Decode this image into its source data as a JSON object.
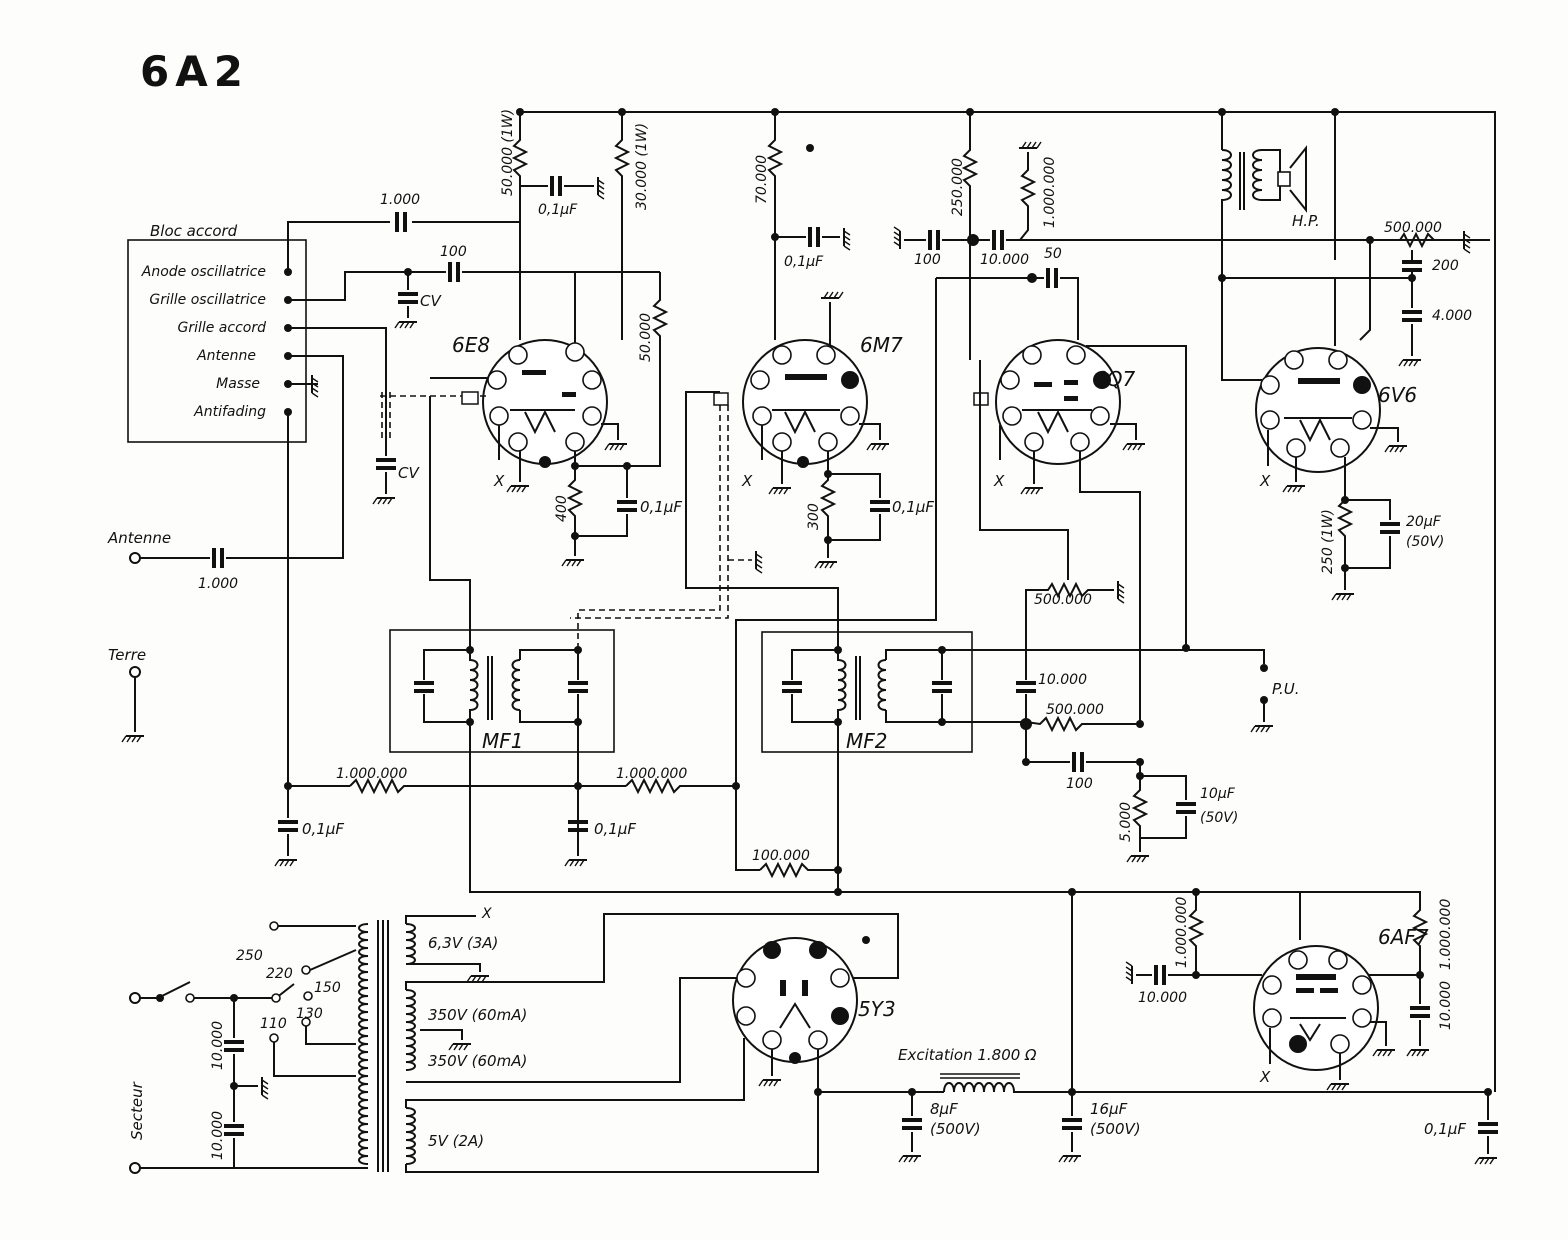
{
  "title": "6A2",
  "bloc_accord": {
    "title": "Bloc accord",
    "terminals": [
      "Anode oscillatrice",
      "Grille oscillatrice",
      "Grille accord",
      "Antenne",
      "Masse",
      "Antifading"
    ]
  },
  "inputs": {
    "antenne": "Antenne",
    "terre": "Terre",
    "secteur": "Secteur",
    "pu": "P.U."
  },
  "tubes": {
    "t1": "6E8",
    "t2": "6M7",
    "t3": "6Q7",
    "t4": "6V6",
    "t5": "5Y3",
    "t6": "6AF7"
  },
  "transformers": {
    "mf1": "MF1",
    "mf2": "MF2",
    "hp": "H.P.",
    "excitation": "Excitation 1.800 Ω"
  },
  "variable_caps": {
    "cv1": "CV",
    "cv2": "CV"
  },
  "components": {
    "r_50000_1w": "50.000 (1W)",
    "r_30000_1w": "30.000 (1W)",
    "c_01_top": "0,1µF",
    "c_1000_top": "1.000",
    "c_100_osc": "100",
    "r_50000_6e8": "50.000",
    "r_400": "400",
    "c_01_6e8": "0,1µF",
    "c_1000_ant": "1.000",
    "r_70000": "70.000",
    "c_01_6m7_top": "0,1µF",
    "r_300": "300",
    "c_01_6m7": "0,1µF",
    "r_250000": "250.000",
    "r_1000000_6q7": "1.000.000",
    "c_100_6q7": "100",
    "c_10000_6q7": "10.000",
    "c_50": "50",
    "r_500000_hp": "500.000",
    "c_200": "200",
    "c_4000": "4.000",
    "r_250_1w": "250 (1W)",
    "c_20uf": "20µF",
    "c_20uf_v": "(50V)",
    "pot_500000": "500.000",
    "c_10000_mf2": "10.000",
    "r_500000_mf2": "500.000",
    "c_100_mf2": "100",
    "r_5000": "5.000",
    "c_10uf": "10µF",
    "c_10uf_v": "(50V)",
    "r_1000000_a": "1.000.000",
    "r_1000000_b": "1.000.000",
    "c_01_left": "0,1µF",
    "c_01_mid": "0,1µF",
    "r_100000": "100.000",
    "r_1000000_6af7_a": "1.000.000",
    "r_1000000_6af7_b": "1.000.000",
    "c_10000_6af7_a": "10.000",
    "c_10000_6af7_b": "10.000",
    "c_8uf": "8µF",
    "c_8uf_v": "(500V)",
    "c_16uf": "16µF",
    "c_16uf_v": "(500V)",
    "c_01_right": "0,1µF",
    "c_10000_mains_a": "10.000",
    "c_10000_mains_b": "10.000"
  },
  "power_transformer": {
    "taps": [
      "250",
      "220",
      "150",
      "130",
      "110"
    ],
    "windings": [
      "6,3V (3A)",
      "350V (60mA)",
      "350V (60mA)",
      "5V (2A)"
    ],
    "x_marks": [
      "X",
      "X",
      "X",
      "X",
      "X",
      "X"
    ]
  }
}
